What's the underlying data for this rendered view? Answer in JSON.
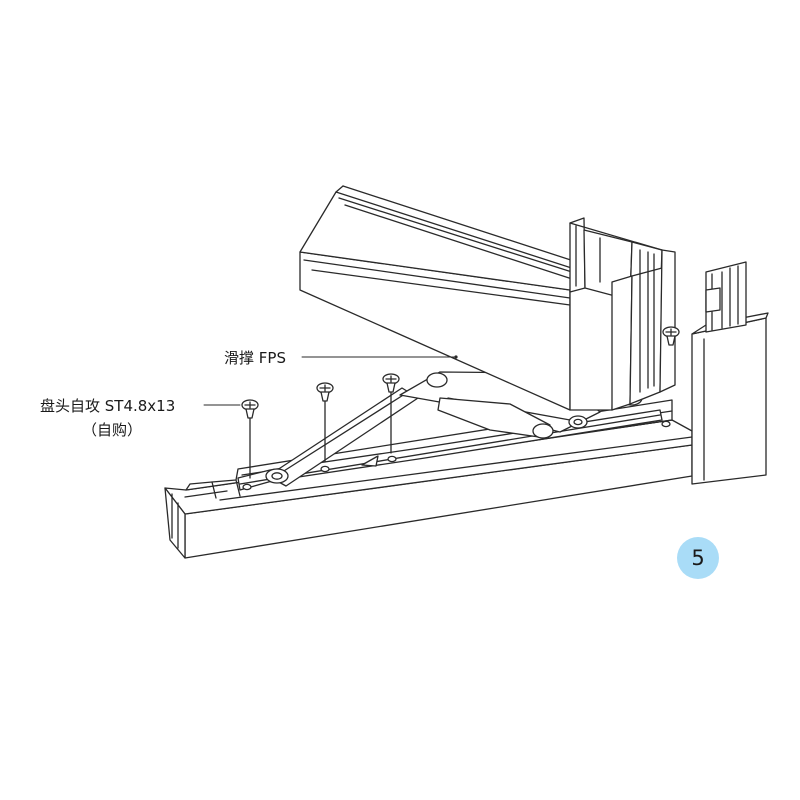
{
  "labels": {
    "friction_stay": "滑撑 FPS",
    "screw": "盘头自攻 ST4.8x13",
    "screw_note": "（自购）"
  },
  "step_number": "5",
  "colors": {
    "line": "#2a2a2a",
    "badge_fill": "#a9dcf7",
    "background": "#ffffff"
  }
}
